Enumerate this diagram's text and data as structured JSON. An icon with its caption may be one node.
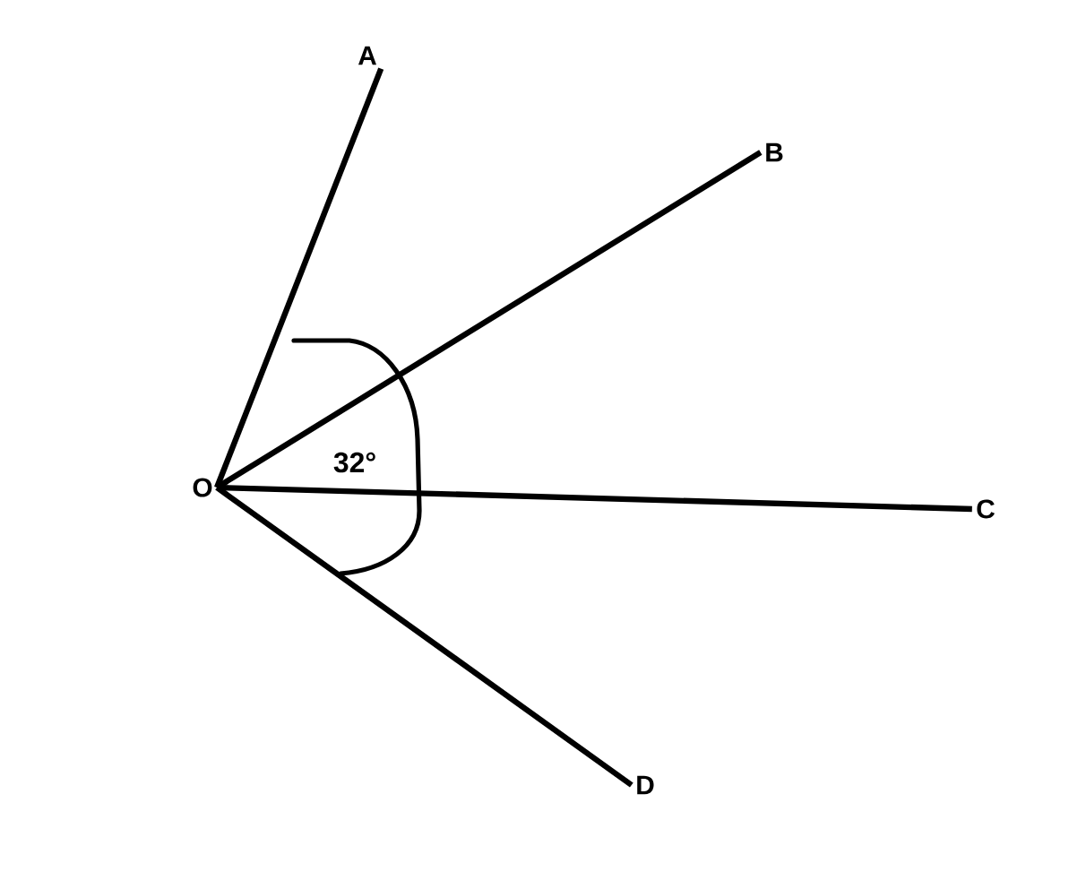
{
  "diagram": {
    "nodes": [
      {
        "text": [
          "O"
        ]
      },
      {
        "text": [
          "A"
        ]
      },
      {
        "text": [
          "B"
        ]
      },
      {
        "text": [
          "C"
        ]
      },
      {
        "text": [
          "D"
        ]
      }
    ],
    "edges": [
      {
        "from": 0,
        "to": 1,
        "arrow": "none"
      },
      {
        "from": 0,
        "to": 2,
        "arrow": "none"
      },
      {
        "from": 0,
        "to": 3,
        "arrow": "none"
      },
      {
        "from": 0,
        "to": 4,
        "arrow": "none"
      }
    ],
    "labels": [
      "32°"
    ]
  }
}
